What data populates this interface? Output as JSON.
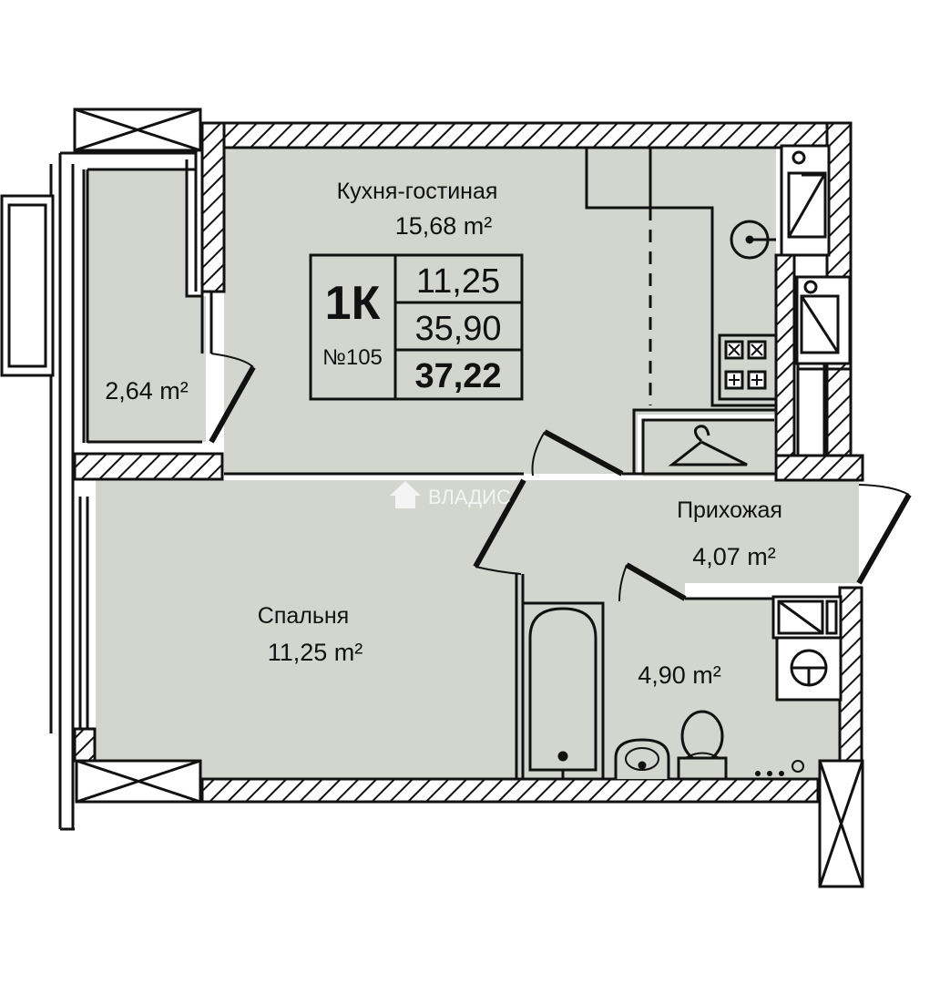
{
  "colors": {
    "floor": "#d2d6cf",
    "wall": "#111111",
    "background": "#ffffff",
    "watermark": "#ffffff"
  },
  "rooms": {
    "kitchen_living": {
      "name": "Кухня-гостиная",
      "area": "15,68 m²"
    },
    "balcony": {
      "area": "2,64 m²"
    },
    "bedroom": {
      "name": "Спальня",
      "area": "11,25 m²"
    },
    "hallway": {
      "name": "Прихожая",
      "area": "4,07 m²"
    },
    "bathroom": {
      "area": "4,90 m²"
    }
  },
  "badge": {
    "type": "1К",
    "number": "№105",
    "living_area": "11,25",
    "total_area": "35,90",
    "total_with_balcony": "37,22"
  },
  "watermark": {
    "text": "ВЛАДИС",
    "icon": "house-icon"
  },
  "fixtures": [
    "stove-icon",
    "sink-icon",
    "hanger-icon",
    "bathtub-icon",
    "toilet-icon",
    "washing-machine-icon",
    "fridge-icon",
    "ventilation-icon"
  ]
}
